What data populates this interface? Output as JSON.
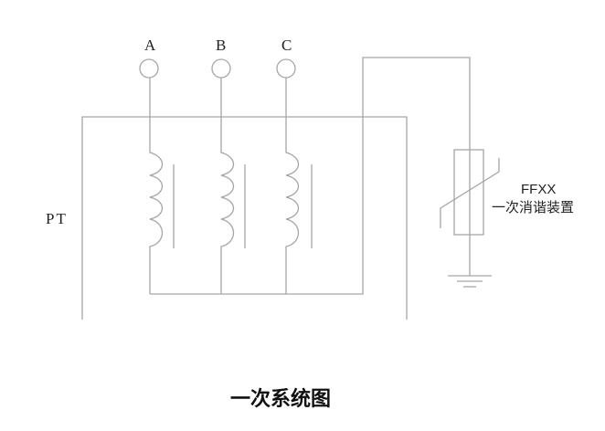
{
  "diagram": {
    "title": "一次系统图",
    "transformer_label": "PT",
    "phases": [
      {
        "label": "A"
      },
      {
        "label": "B"
      },
      {
        "label": "C"
      }
    ],
    "device": {
      "model": "FFXX",
      "name": "一次消谐装置"
    },
    "line_color": "#a6a6a6",
    "text_color": "#222222"
  }
}
